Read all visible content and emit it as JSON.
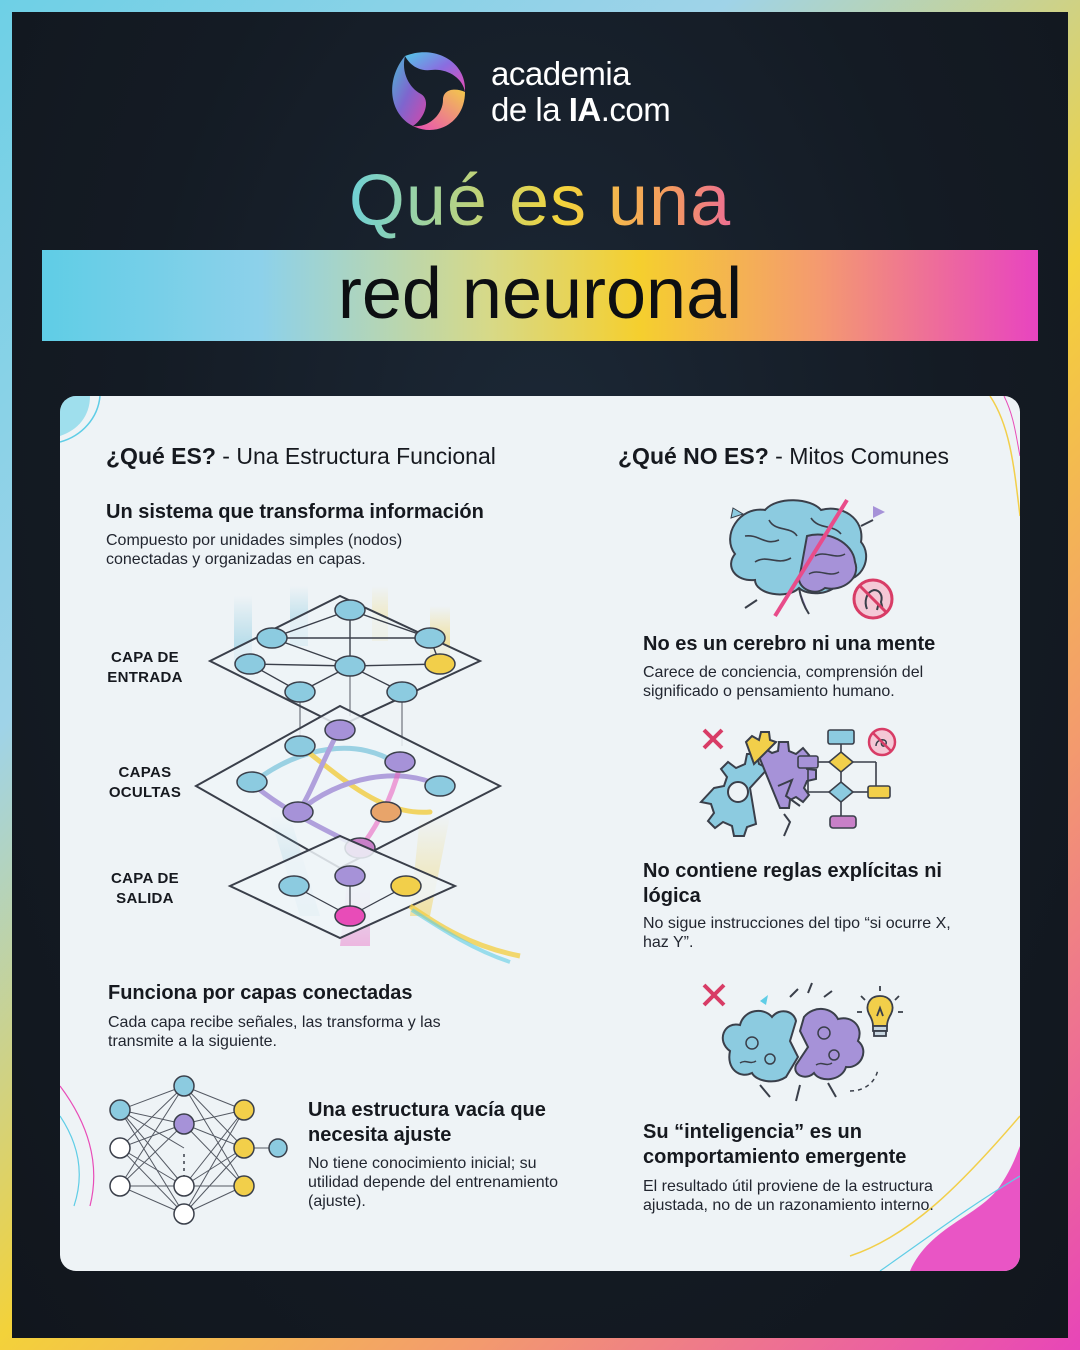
{
  "brand": {
    "line1": "academia",
    "line2_pre": "de la ",
    "line2_bold": "IA",
    "line2_post": ".com"
  },
  "title": {
    "line1": "Qué es una",
    "line2": "red neuronal"
  },
  "left": {
    "header_bold": "¿Qué ES?",
    "header_rest": " - Una Estructura Funcional",
    "s1_title": "Un sistema que transforma información",
    "s1_text": "Compuesto por unidades simples (nodos) conectadas y organizadas en capas.",
    "layer_labels": [
      "CAPA DE ENTRADA",
      "CAPAS OCULTAS",
      "CAPA DE SALIDA"
    ],
    "s2_title": "Funciona por capas conectadas",
    "s2_text": "Cada capa recibe señales, las transforma y las transmite a la siguiente.",
    "s3_title": "Una estructura vacía que necesita ajuste",
    "s3_text": "No tiene conocimiento inicial; su utilidad depende del entrenamiento (ajuste)."
  },
  "right": {
    "header_bold": "¿Qué NO ES?",
    "header_rest": " - Mitos Comunes",
    "m1_title": "No es un cerebro ni una mente",
    "m1_text": "Carece de conciencia, comprensión del significado o pensamiento humano.",
    "m2_title": "No contiene reglas explícitas ni lógica",
    "m2_text": "No sigue instrucciones del tipo “si ocurre X, haz Y”.",
    "m3_title": "Su “inteligencia” es un comportamiento emergente",
    "m3_text": "El resultado útil proviene de la estructura ajustada, no de un razonamiento interno."
  },
  "icons": [
    "academia-logo-icon",
    "layered-network-icon",
    "simple-network-icon",
    "crossed-brain-icon",
    "no-human-thought-icon",
    "broken-gear-flowchart-icon",
    "emergent-cloud-icon",
    "lightbulb-icon",
    "x-mark-icon"
  ],
  "colors": {
    "background": "#141b24",
    "card": "#eef3f6",
    "cyan": "#5fcde6",
    "yellow": "#f5cf2e",
    "orange": "#f49a70",
    "magenta": "#e844c0",
    "node_blue": "#8ccbe0",
    "node_purple": "#a692d8",
    "node_yellow": "#f2cf4a"
  }
}
